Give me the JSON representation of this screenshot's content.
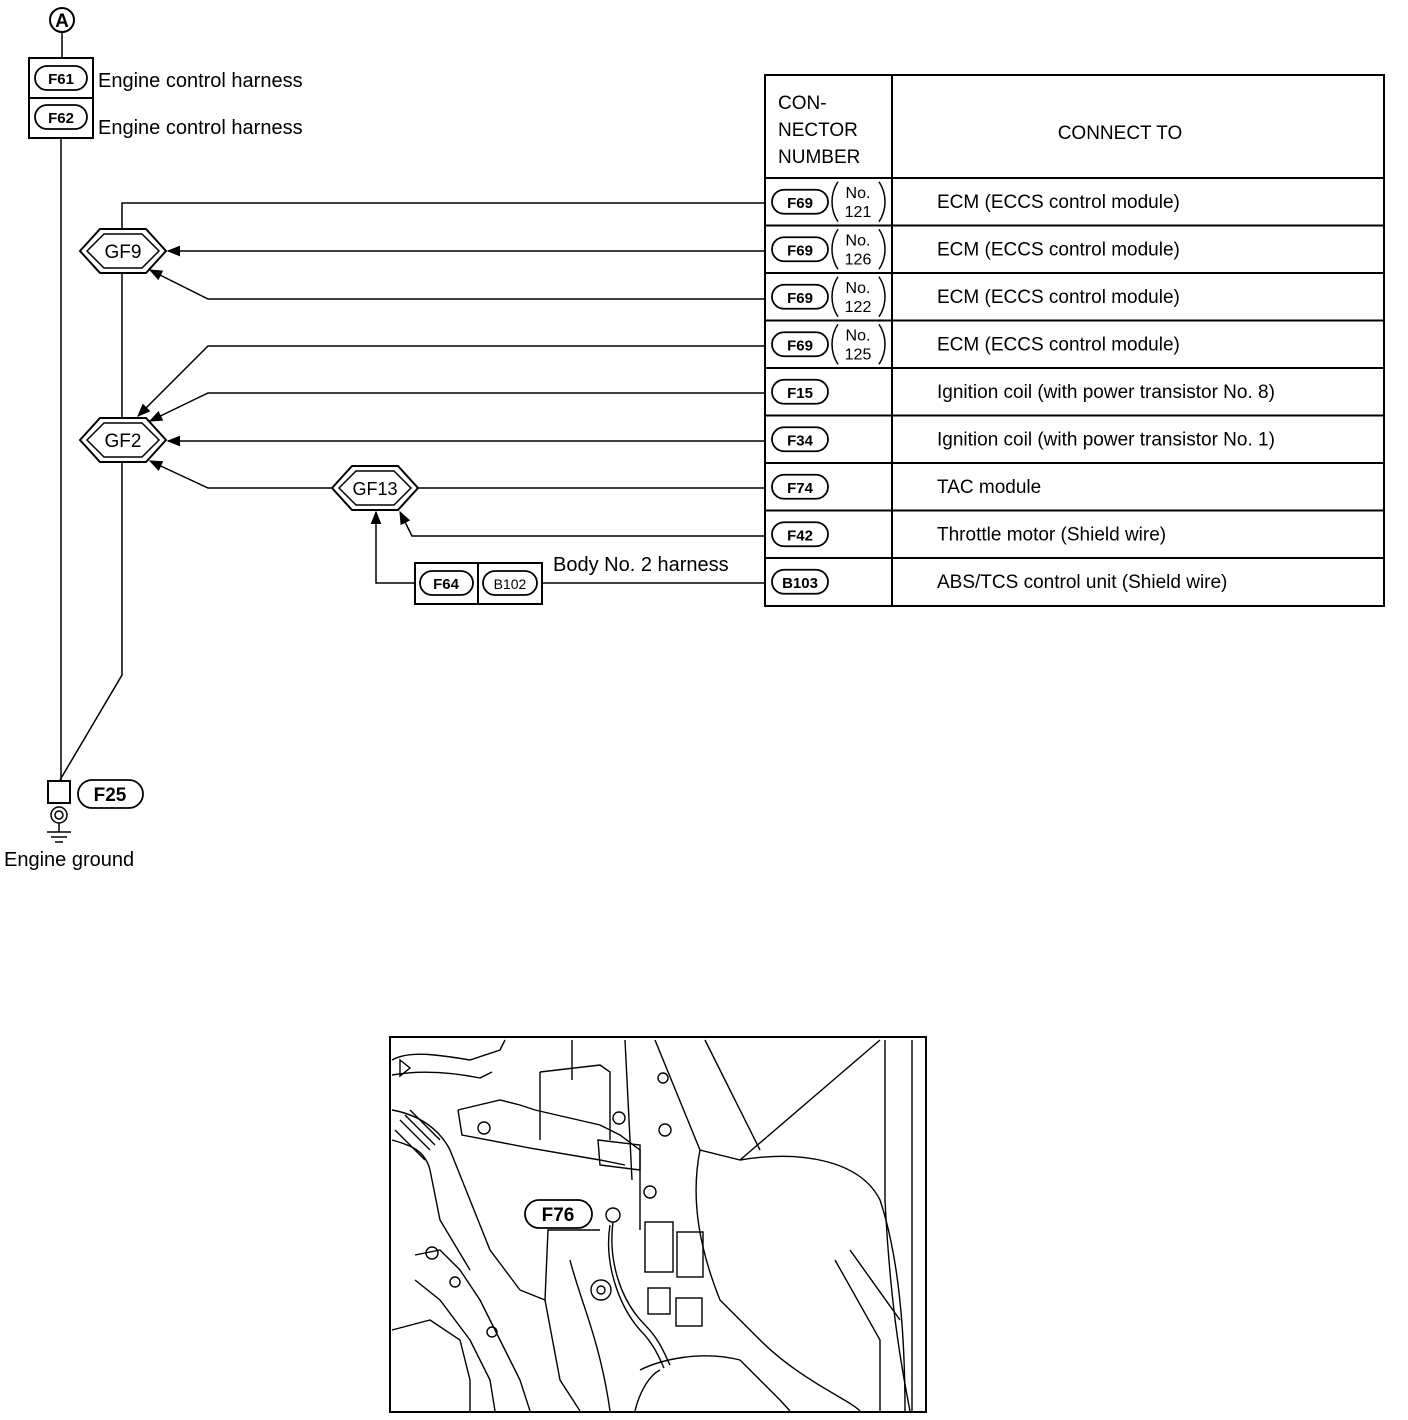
{
  "top_connector": {
    "symbol": "A"
  },
  "harness_connectors": [
    {
      "id": "F61",
      "label": "Engine control harness"
    },
    {
      "id": "F62",
      "label": "Engine control harness"
    }
  ],
  "ground_points": [
    {
      "id": "GF9"
    },
    {
      "id": "GF2"
    },
    {
      "id": "GF13"
    }
  ],
  "body_harness": {
    "connectors": [
      "F64",
      "B102"
    ],
    "label": "Body No. 2 harness"
  },
  "engine_ground": {
    "connector": "F25",
    "label": "Engine ground"
  },
  "table": {
    "header_connector": [
      "CON-",
      "NECTOR",
      "NUMBER"
    ],
    "header_connect_to": "CONNECT TO",
    "rows": [
      {
        "connector": "F69",
        "no_top": "No.",
        "no_bottom": "121",
        "connect_to": "ECM (ECCS control module)"
      },
      {
        "connector": "F69",
        "no_top": "No.",
        "no_bottom": "126",
        "connect_to": "ECM (ECCS control module)"
      },
      {
        "connector": "F69",
        "no_top": "No.",
        "no_bottom": "122",
        "connect_to": "ECM (ECCS control module)"
      },
      {
        "connector": "F69",
        "no_top": "No.",
        "no_bottom": "125",
        "connect_to": "ECM (ECCS control module)"
      },
      {
        "connector": "F15",
        "no_top": "",
        "no_bottom": "",
        "connect_to": "Ignition coil (with power transistor No. 8)"
      },
      {
        "connector": "F34",
        "no_top": "",
        "no_bottom": "",
        "connect_to": "Ignition coil (with power transistor No. 1)"
      },
      {
        "connector": "F74",
        "no_top": "",
        "no_bottom": "",
        "connect_to": "TAC module"
      },
      {
        "connector": "F42",
        "no_top": "",
        "no_bottom": "",
        "connect_to": "Throttle motor (Shield wire)"
      },
      {
        "connector": "B103",
        "no_top": "",
        "no_bottom": "",
        "connect_to": "ABS/TCS control unit (Shield wire)"
      }
    ]
  },
  "photo": {
    "callout": "F76"
  }
}
